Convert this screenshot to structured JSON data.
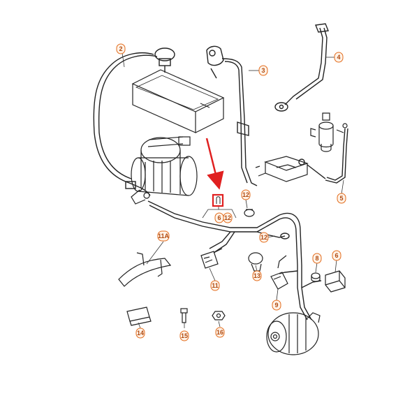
{
  "diagram": {
    "accent_color": "#e36b1b",
    "highlight_color": "#e02020",
    "line_color": "#222222",
    "callouts": [
      {
        "id": "c2",
        "label": "2"
      },
      {
        "id": "c3",
        "label": "3"
      },
      {
        "id": "c4",
        "label": "4"
      },
      {
        "id": "c5",
        "label": "5"
      },
      {
        "id": "c6a",
        "label": "6"
      },
      {
        "id": "c6b",
        "label": "6"
      },
      {
        "id": "c8",
        "label": "8"
      },
      {
        "id": "c9",
        "label": "9"
      },
      {
        "id": "c11",
        "label": "11"
      },
      {
        "id": "c11a",
        "label": "11A"
      },
      {
        "id": "c12a",
        "label": "12"
      },
      {
        "id": "c12b",
        "label": "12"
      },
      {
        "id": "c12c",
        "label": "12"
      },
      {
        "id": "c13",
        "label": "13"
      },
      {
        "id": "c14",
        "label": "14"
      },
      {
        "id": "c15",
        "label": "15"
      },
      {
        "id": "c16",
        "label": "16"
      }
    ]
  }
}
